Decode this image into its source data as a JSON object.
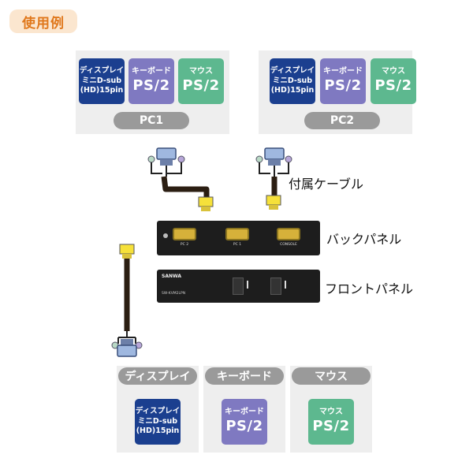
{
  "header": {
    "title": "使用例"
  },
  "pc_boxes": [
    {
      "name": "PC1",
      "display": [
        "ディスプレイ",
        "ミニD-sub",
        "(HD)15pin"
      ],
      "keyboard": {
        "top": "キーボード",
        "big": "PS/2"
      },
      "mouse": {
        "top": "マウス",
        "big": "PS/2"
      }
    },
    {
      "name": "PC2",
      "display": [
        "ディスプレイ",
        "ミニD-sub",
        "(HD)15pin"
      ],
      "keyboard": {
        "top": "キーボード",
        "big": "PS/2"
      },
      "mouse": {
        "top": "マウス",
        "big": "PS/2"
      }
    }
  ],
  "labels": {
    "cable": "付属ケーブル",
    "back_panel": "バックパネル",
    "front_panel": "フロントパネル"
  },
  "device": {
    "back_ports": [
      "PC 2",
      "PC 1",
      "CONSOLE"
    ],
    "brand": "SANWA",
    "model": "SW-KVM2LPN"
  },
  "console": {
    "display": {
      "header": "ディスプレイ",
      "lines": [
        "ディスプレイ",
        "ミニD-sub",
        "(HD)15pin"
      ]
    },
    "keyboard": {
      "header": "キーボード",
      "top": "キーボード",
      "big": "PS/2"
    },
    "mouse": {
      "header": "マウス",
      "top": "マウス",
      "big": "PS/2"
    }
  },
  "colors": {
    "display_card": "#1b3f8f",
    "keyboard_card": "#7f79c1",
    "mouse_card": "#5db88f",
    "title_badge_bg": "#fbe6cf",
    "title_badge_text": "#e0781c"
  }
}
